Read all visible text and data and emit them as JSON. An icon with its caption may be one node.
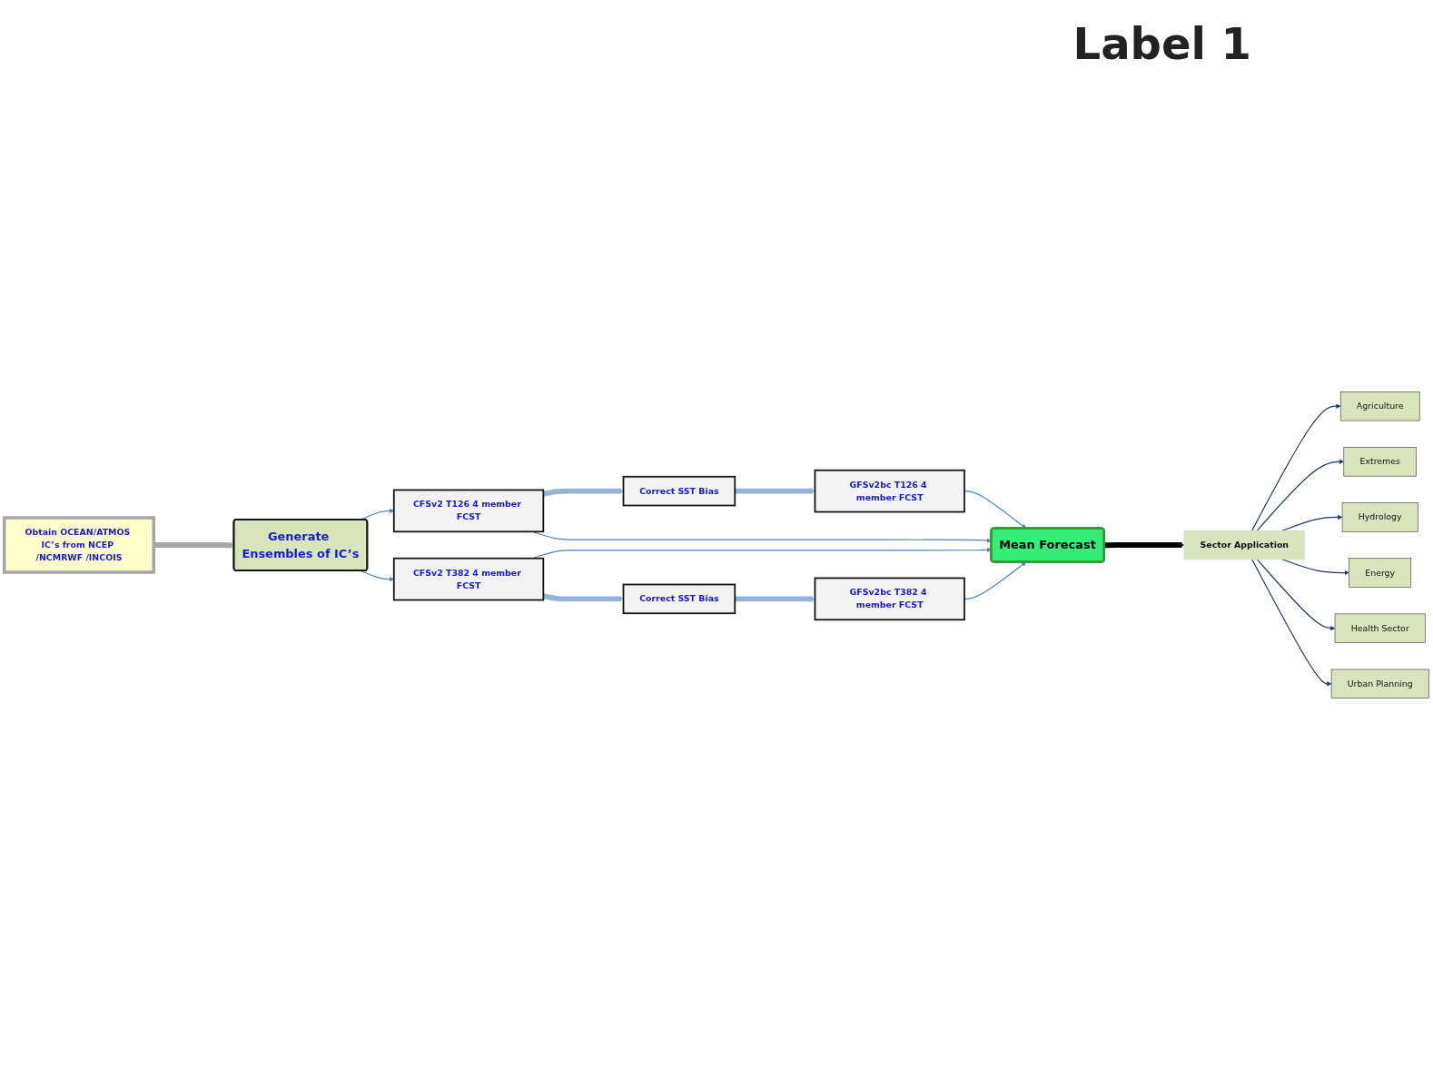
{
  "diagram": {
    "nodes": [
      {
        "text": [
          "Obtain OCEAN/ATMOS IC’s from NCEP /NCMRWF /INCOIS"
        ]
      },
      {
        "text": [
          "Generate Ensembles of IC’s"
        ]
      },
      {
        "text": [
          "GFSv2bc T126 4 member FCST"
        ]
      },
      {
        "text": [
          "Correct SST Bias"
        ]
      },
      {
        "text": [
          "CFSv2 T126 4 member FCST"
        ]
      },
      {
        "text": [
          "CFSv2 T382 4 member FCST"
        ]
      },
      {
        "text": [
          "Correct SST Bias"
        ]
      },
      {
        "text": [
          "GFSv2bc T382 4 member FCST"
        ]
      },
      {
        "text": [
          "Mean Forecast"
        ]
      },
      {
        "text": [
          "Sector Application"
        ]
      },
      {
        "text": [
          "Agriculture"
        ]
      },
      {
        "text": [
          "Extremes"
        ]
      },
      {
        "text": [
          "Hydrology"
        ]
      },
      {
        "text": [
          "Energy"
        ]
      },
      {
        "text": [
          "Health Sector"
        ]
      },
      {
        "text": [
          "Urban Planning"
        ]
      }
    ],
    "edges": [
      {
        "from": 0,
        "to": 1,
        "arrow": "to",
        "style": "thick",
        "color": "#a6a6a6"
      },
      {
        "from": 1,
        "to": 4,
        "arrow": "to"
      },
      {
        "from": 1,
        "to": 5,
        "arrow": "to"
      },
      {
        "from": 4,
        "to": 3,
        "arrow": "to",
        "style": "thick",
        "color": "#95b3d7"
      },
      {
        "from": 3,
        "to": 2,
        "arrow": "to",
        "style": "thick",
        "color": "#95b3d7"
      },
      {
        "from": 2,
        "to": 8,
        "arrow": "to"
      },
      {
        "from": 4,
        "to": 8,
        "arrow": "to"
      },
      {
        "from": 5,
        "to": 8,
        "arrow": "to"
      },
      {
        "from": 5,
        "to": 6,
        "arrow": "to",
        "style": "thick",
        "color": "#95b3d7"
      },
      {
        "from": 6,
        "to": 7,
        "arrow": "to",
        "style": "thick",
        "color": "#95b3d7"
      },
      {
        "from": 7,
        "to": 8,
        "arrow": "to"
      },
      {
        "from": 8,
        "to": 9,
        "arrow": "to",
        "style": "thick",
        "color": "#000000"
      },
      {
        "from": 9,
        "to": 10,
        "arrow": "to",
        "color": "#1f3864"
      },
      {
        "from": 9,
        "to": 11,
        "arrow": "to",
        "color": "#1f3864"
      },
      {
        "from": 9,
        "to": 12,
        "arrow": "to",
        "color": "#1f3864"
      },
      {
        "from": 9,
        "to": 13,
        "arrow": "to",
        "color": "#1f3864"
      },
      {
        "from": 9,
        "to": 14,
        "arrow": "to",
        "color": "#1f3864"
      },
      {
        "from": 9,
        "to": 15,
        "arrow": "to",
        "color": "#1f3864"
      }
    ],
    "labels": [
      "Label 1"
    ]
  }
}
